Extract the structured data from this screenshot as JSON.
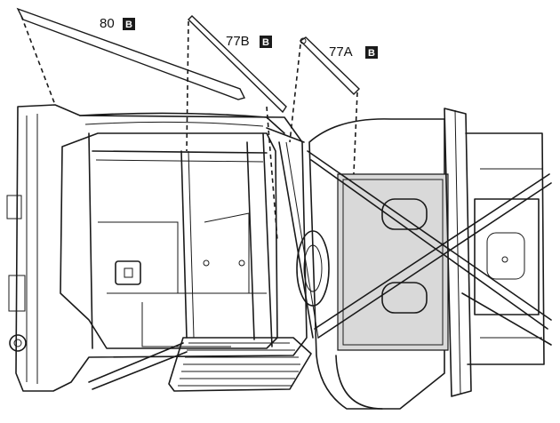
{
  "callouts": [
    {
      "number": "80",
      "badge": "B"
    },
    {
      "number": "77B",
      "badge": "B"
    },
    {
      "number": "77A",
      "badge": "B"
    }
  ],
  "colors": {
    "ink": "#1a1a1a",
    "paper": "#ffffff",
    "badge_fill": "#1a1a1a",
    "badge_text": "#ffffff"
  }
}
